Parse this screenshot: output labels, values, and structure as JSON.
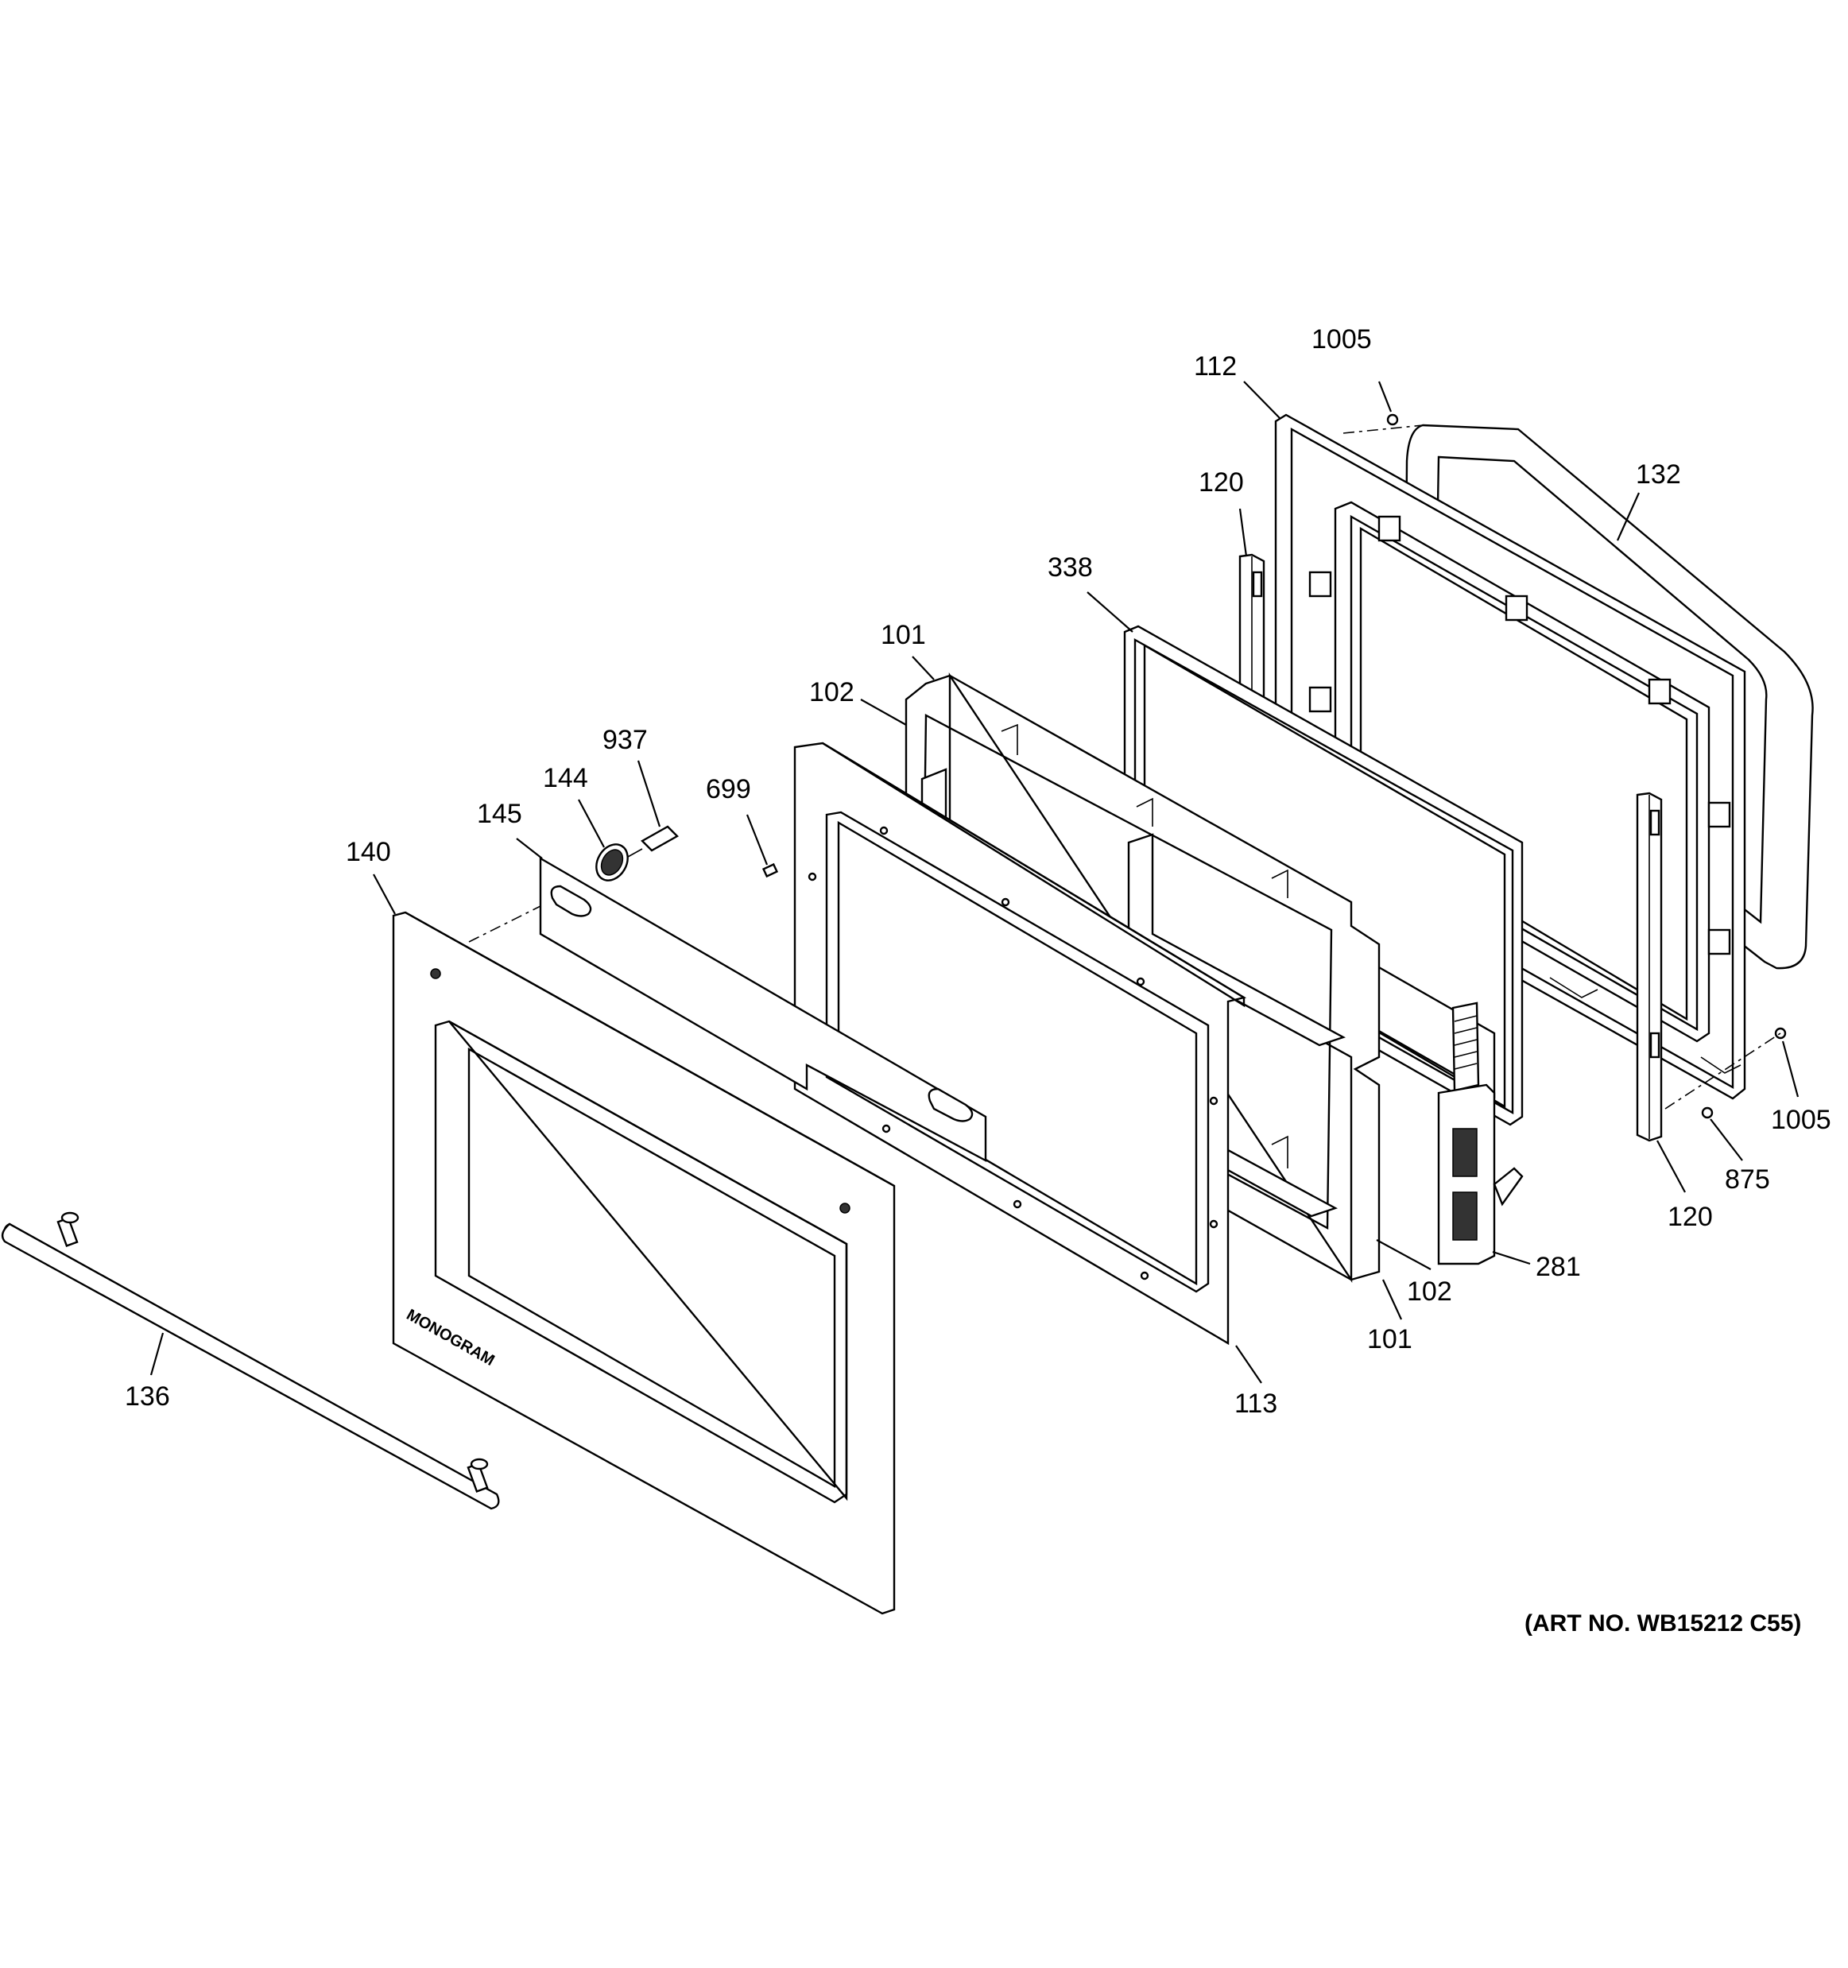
{
  "diagram": {
    "brand_on_panel": "MONOGRAM",
    "art_number": "(ART NO. WB15212 C55)",
    "callouts": [
      {
        "id": "c1005a",
        "label": "1005"
      },
      {
        "id": "c112",
        "label": "112"
      },
      {
        "id": "c132",
        "label": "132"
      },
      {
        "id": "c120a",
        "label": "120"
      },
      {
        "id": "c338",
        "label": "338"
      },
      {
        "id": "c101a",
        "label": "101"
      },
      {
        "id": "c102a",
        "label": "102"
      },
      {
        "id": "c937",
        "label": "937"
      },
      {
        "id": "c144",
        "label": "144"
      },
      {
        "id": "c699",
        "label": "699"
      },
      {
        "id": "c145",
        "label": "145"
      },
      {
        "id": "c140",
        "label": "140"
      },
      {
        "id": "c1005b",
        "label": "1005"
      },
      {
        "id": "c875",
        "label": "875"
      },
      {
        "id": "c120b",
        "label": "120"
      },
      {
        "id": "c281",
        "label": "281"
      },
      {
        "id": "c102b",
        "label": "102"
      },
      {
        "id": "c101b",
        "label": "101"
      },
      {
        "id": "c113",
        "label": "113"
      },
      {
        "id": "c136",
        "label": "136"
      }
    ]
  }
}
